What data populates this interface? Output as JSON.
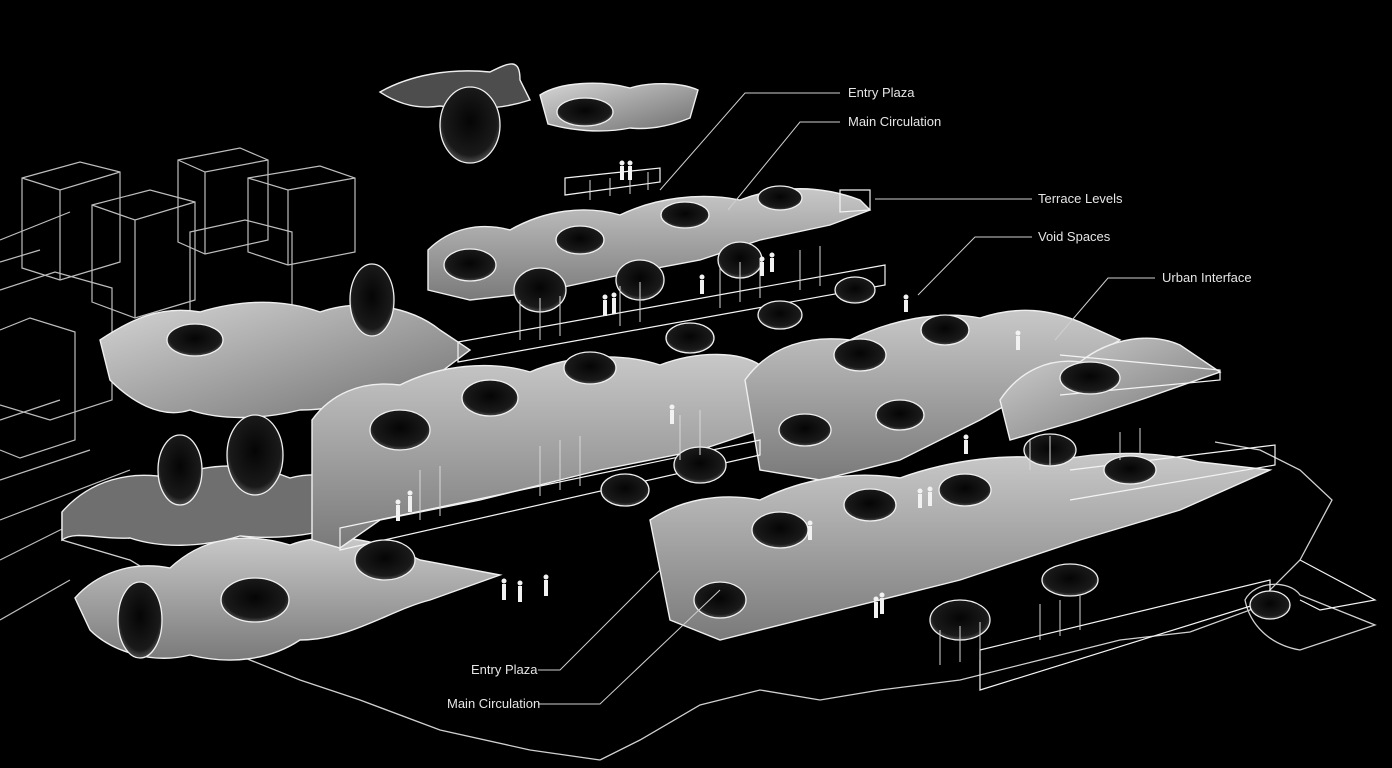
{
  "labels": {
    "entry_plaza_top": "Entry Plaza",
    "main_circulation_top": "Main Circulation",
    "terrace_levels": "Terrace Levels",
    "void_spaces": "Void Spaces",
    "urban_interface": "Urban Interface",
    "entry_plaza_bottom": "Entry Plaza",
    "main_circulation_bottom": "Main Circulation"
  },
  "colors": {
    "background": "#000000",
    "line": "#e8e8e8",
    "slab_light": "#b9b9b9",
    "slab_mid": "#8a8a8a",
    "slab_dark": "#5a5a5a",
    "void": "#0c0c0c"
  }
}
